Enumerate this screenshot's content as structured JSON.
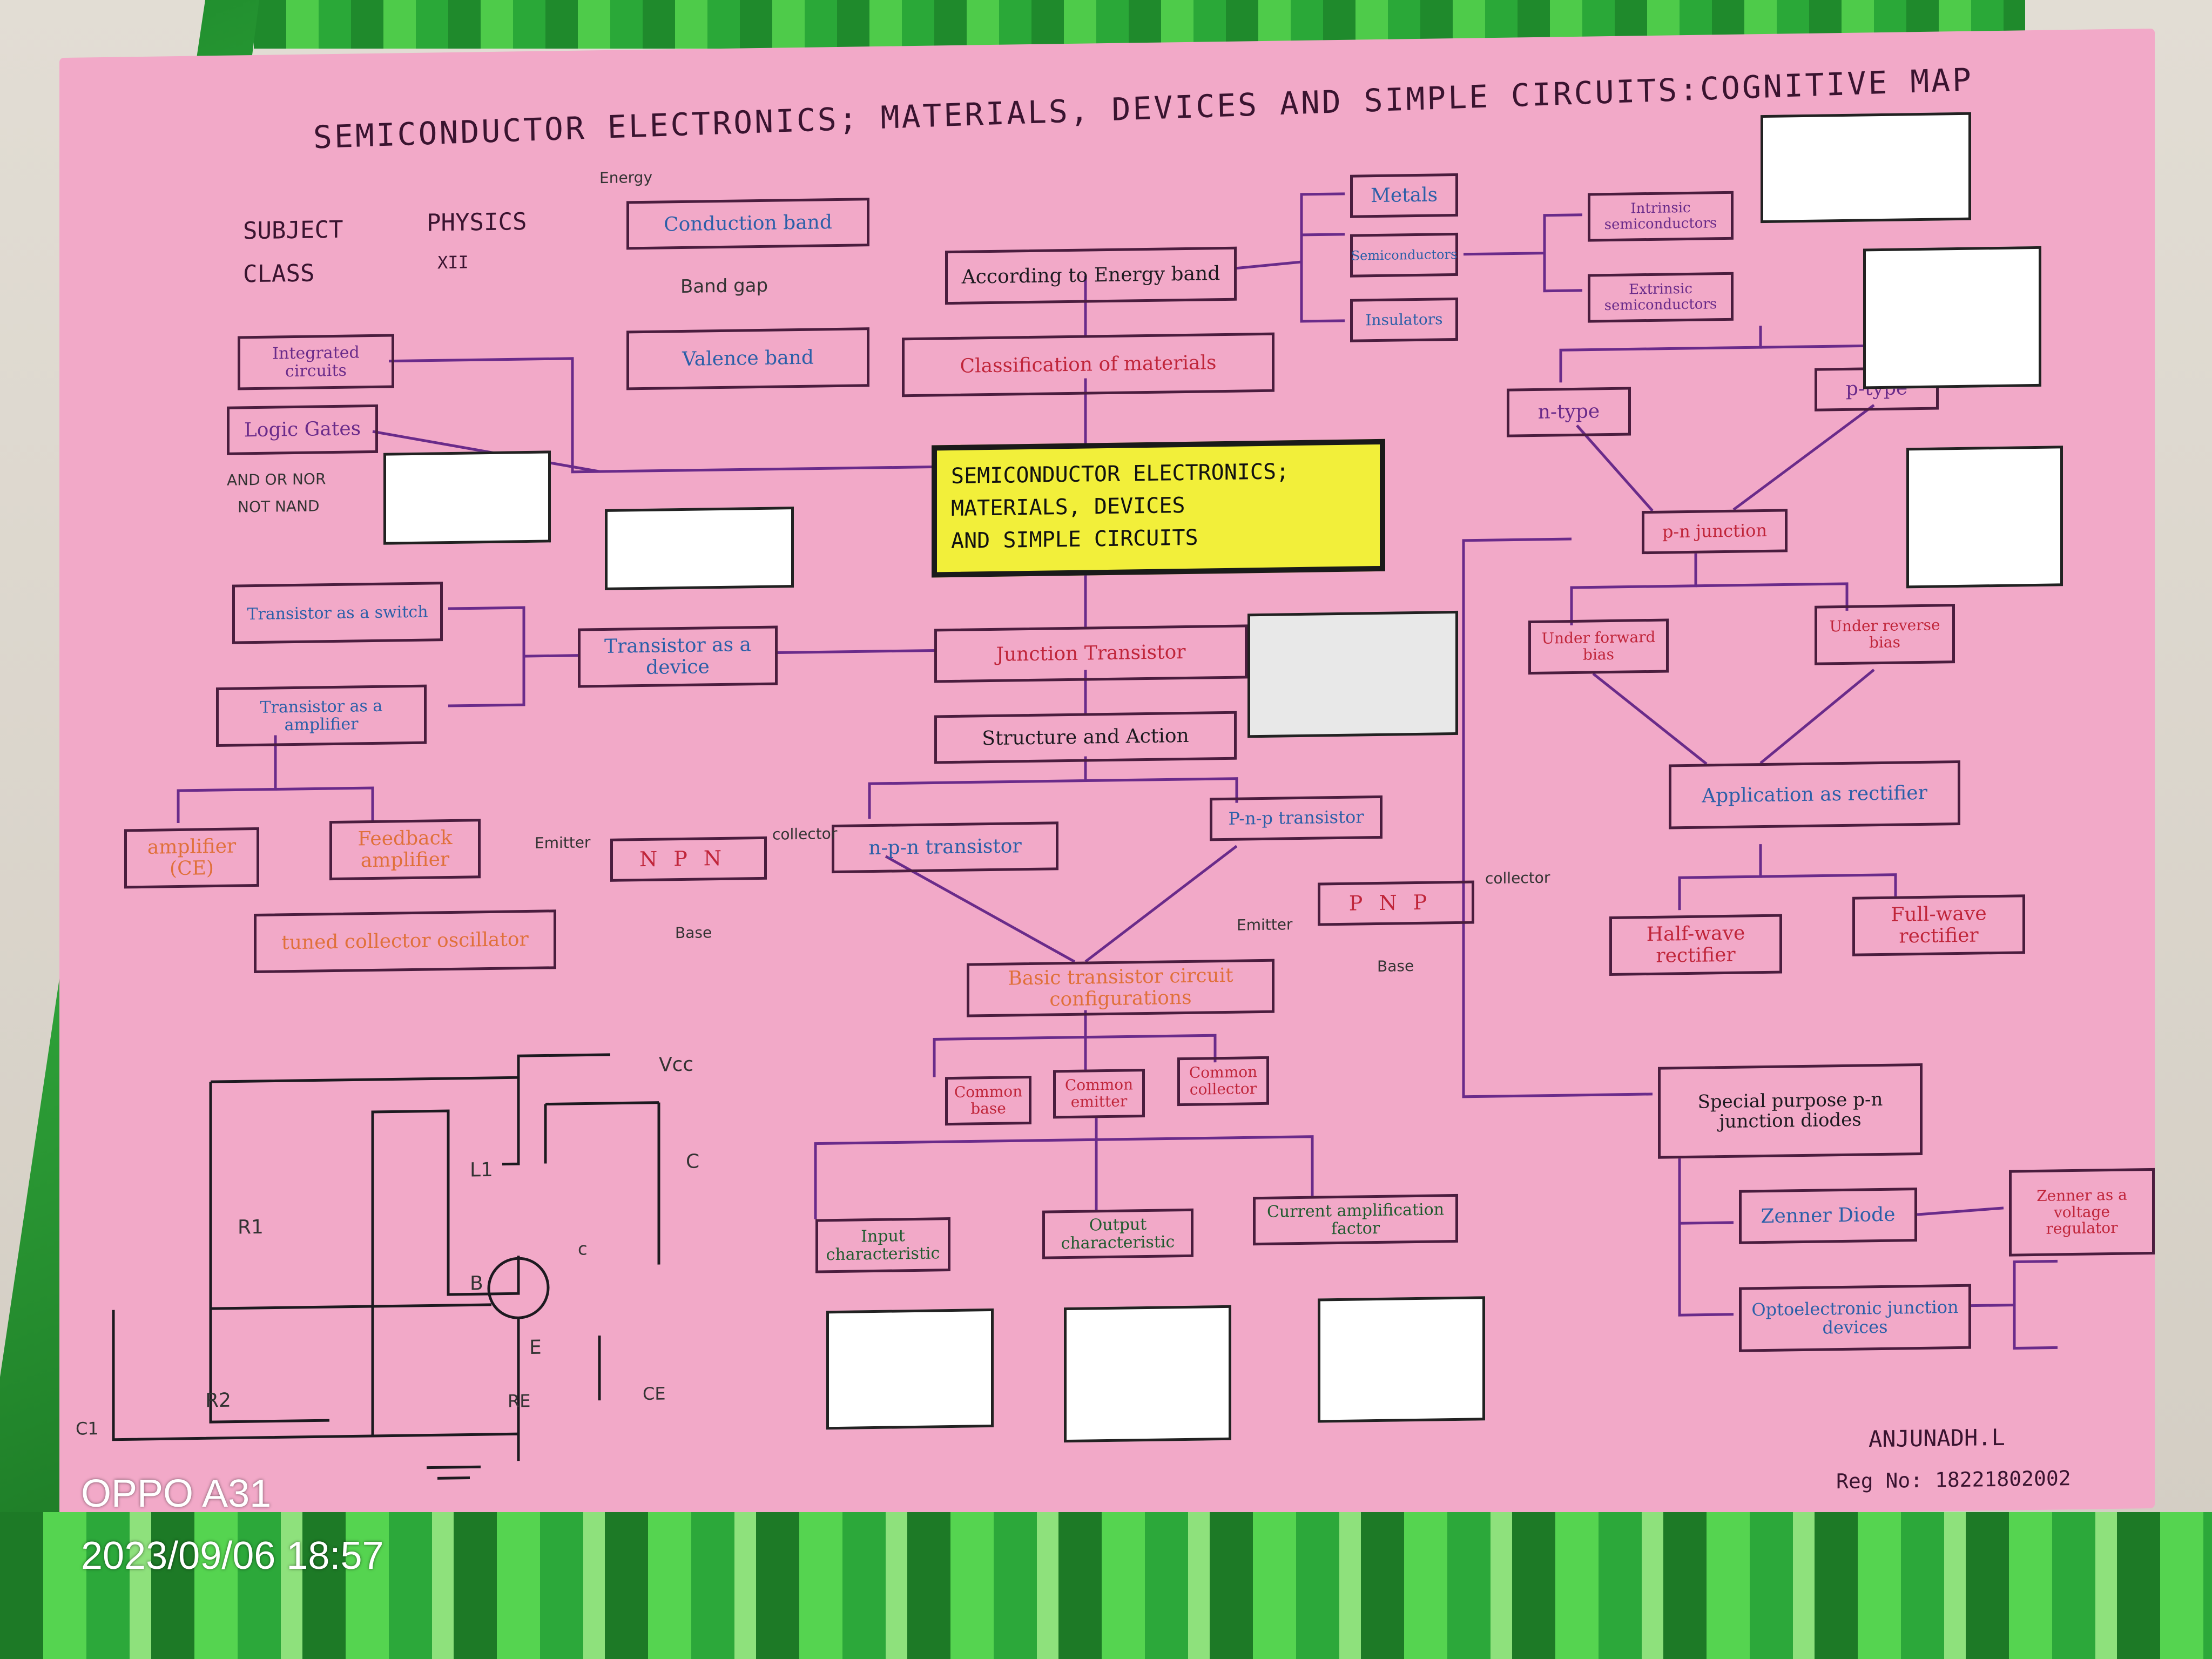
{
  "title": "SEMICONDUCTOR ELECTRONICS; MATERIALS, DEVICES AND SIMPLE CIRCUITS:COGNITIVE MAP",
  "subject_label": "SUBJECT",
  "subject_value": "PHYSICS",
  "class_label": "CLASS",
  "class_value": "XII",
  "central": [
    "SEMICONDUCTOR ELECTRONICS;",
    "MATERIALS, DEVICES",
    "AND SIMPLE CIRCUITS"
  ],
  "energy_label": "Energy",
  "nodes": {
    "conduction_band": "Conduction band",
    "band_gap": "Band gap",
    "valence_band": "Valence band",
    "according_energy": "According to Energy band",
    "classification": "Classification of materials",
    "metals": "Metals",
    "semiconductors": "Semiconductors",
    "insulators": "Insulators",
    "intrinsic": "Intrinsic semiconductors",
    "extrinsic": "Extrinsic semiconductors",
    "n_type": "n-type",
    "p_type": "p-type",
    "pn_junction": "p-n junction",
    "forward_bias": "Under forward bias",
    "reverse_bias": "Under reverse bias",
    "rectifier": "Application as rectifier",
    "half_wave": "Half-wave rectifier",
    "full_wave": "Full-wave rectifier",
    "special_diodes": "Special purpose p-n junction diodes",
    "zener_diode": "Zenner Diode",
    "zener_reg": "Zenner as a voltage regulator",
    "optoelectronic": "Optoelectronic junction devices",
    "integrated": "Integrated circuits",
    "logic_gates": "Logic Gates",
    "gate_names_1": "AND OR NOR",
    "gate_names_2": "NOT NAND",
    "transistor_switch": "Transistor as a switch",
    "transistor_device": "Transistor as a device",
    "transistor_amp": "Transistor as a amplifier",
    "amplifier_ce": "amplifier (CE)",
    "feedback": "Feedback amplifier",
    "tuned": "tuned collector oscillator",
    "junction_transistor": "Junction Transistor",
    "structure": "Structure and Action",
    "npn": "n-p-n transistor",
    "pnp": "P-n-p transistor",
    "basic_config": "Basic transistor circuit configurations",
    "common_base": "Common base",
    "common_emitter": "Common emitter",
    "common_collector": "Common collector",
    "input_char": "Input characteristic",
    "output_char": "Output characteristic",
    "current_amp": "Current amplification factor"
  },
  "npn_letters": [
    "N",
    "P",
    "N"
  ],
  "pnp_letters": [
    "P",
    "N",
    "P"
  ],
  "emitter": "Emitter",
  "collector": "collector",
  "base": "Base",
  "circuit_labels": {
    "vcc": "Vcc",
    "r1": "R1",
    "r2": "R2",
    "c1": "C1",
    "l1": "L1",
    "c": "C",
    "b": "B",
    "cc": "c",
    "e": "E",
    "re": "RE",
    "ce": "CE"
  },
  "author": "ANJUNADH.L",
  "reg": "Reg No: 18221802002",
  "watermark_model": "OPPO A31",
  "watermark_date": "2023/09/06 18:57",
  "colors": {
    "paper": "#f2a9c8",
    "ink": "#4a1d3e",
    "highlight": "#f2ef3a",
    "foil": "#2aa838"
  }
}
